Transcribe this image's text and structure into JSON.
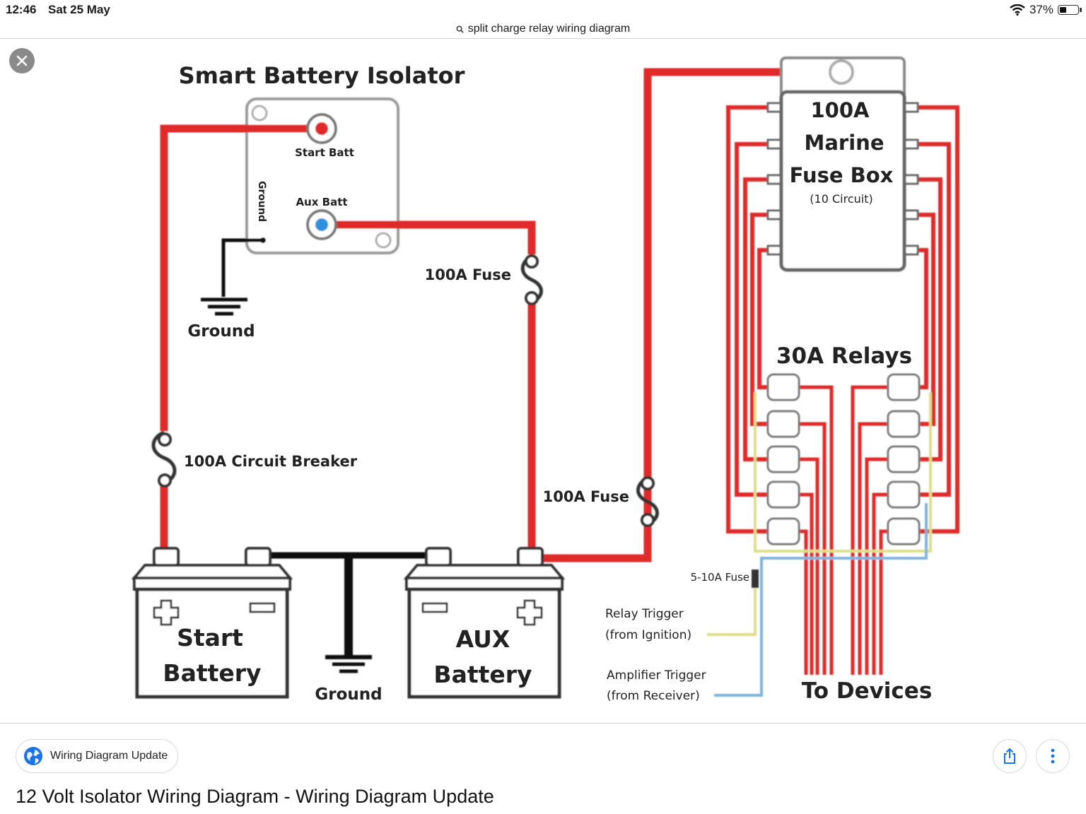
{
  "status_bar": {
    "time": "12:46",
    "date": "Sat 25 May",
    "battery_percent": "37%",
    "battery_level": 0.37
  },
  "address_bar": {
    "query": "split charge relay wiring diagram"
  },
  "diagram": {
    "isolator_title": "Smart Battery Isolator",
    "start_batt": "Start Batt",
    "aux_batt": "Aux Batt",
    "ground_vertical": "Ground",
    "ground_top": "Ground",
    "fuse_top": "100A Fuse",
    "breaker": "100A Circuit Breaker",
    "fuse_mid": "100A Fuse",
    "start_battery_1": "Start",
    "start_battery_2": "Battery",
    "aux_battery_1": "AUX",
    "aux_battery_2": "Battery",
    "ground_bottom": "Ground",
    "fusebox_1": "100A",
    "fusebox_2": "Marine",
    "fusebox_3": "Fuse Box",
    "fusebox_4": "(10 Circuit)",
    "relays_title": "30A Relays",
    "small_fuse": "5-10A Fuse",
    "relay_trigger_1": "Relay Trigger",
    "relay_trigger_2": "(from Ignition)",
    "amp_trigger_1": "Amplifier Trigger",
    "amp_trigger_2": "(from Receiver)",
    "to_devices": "To Devices"
  },
  "result": {
    "source_name": "Wiring Diagram Update",
    "title": "12 Volt Isolator Wiring Diagram - Wiring Diagram Update"
  },
  "icons": {
    "search": "search-icon",
    "wifi": "wifi-icon",
    "close": "close-icon",
    "globe": "globe-icon",
    "share": "share-icon",
    "more": "more-vertical-icon"
  },
  "colors": {
    "wire_red": "#e02a2a",
    "trigger_yellow": "#dede8a",
    "trigger_blue": "#7fb3dd",
    "accent_blue": "#1a73e8"
  }
}
